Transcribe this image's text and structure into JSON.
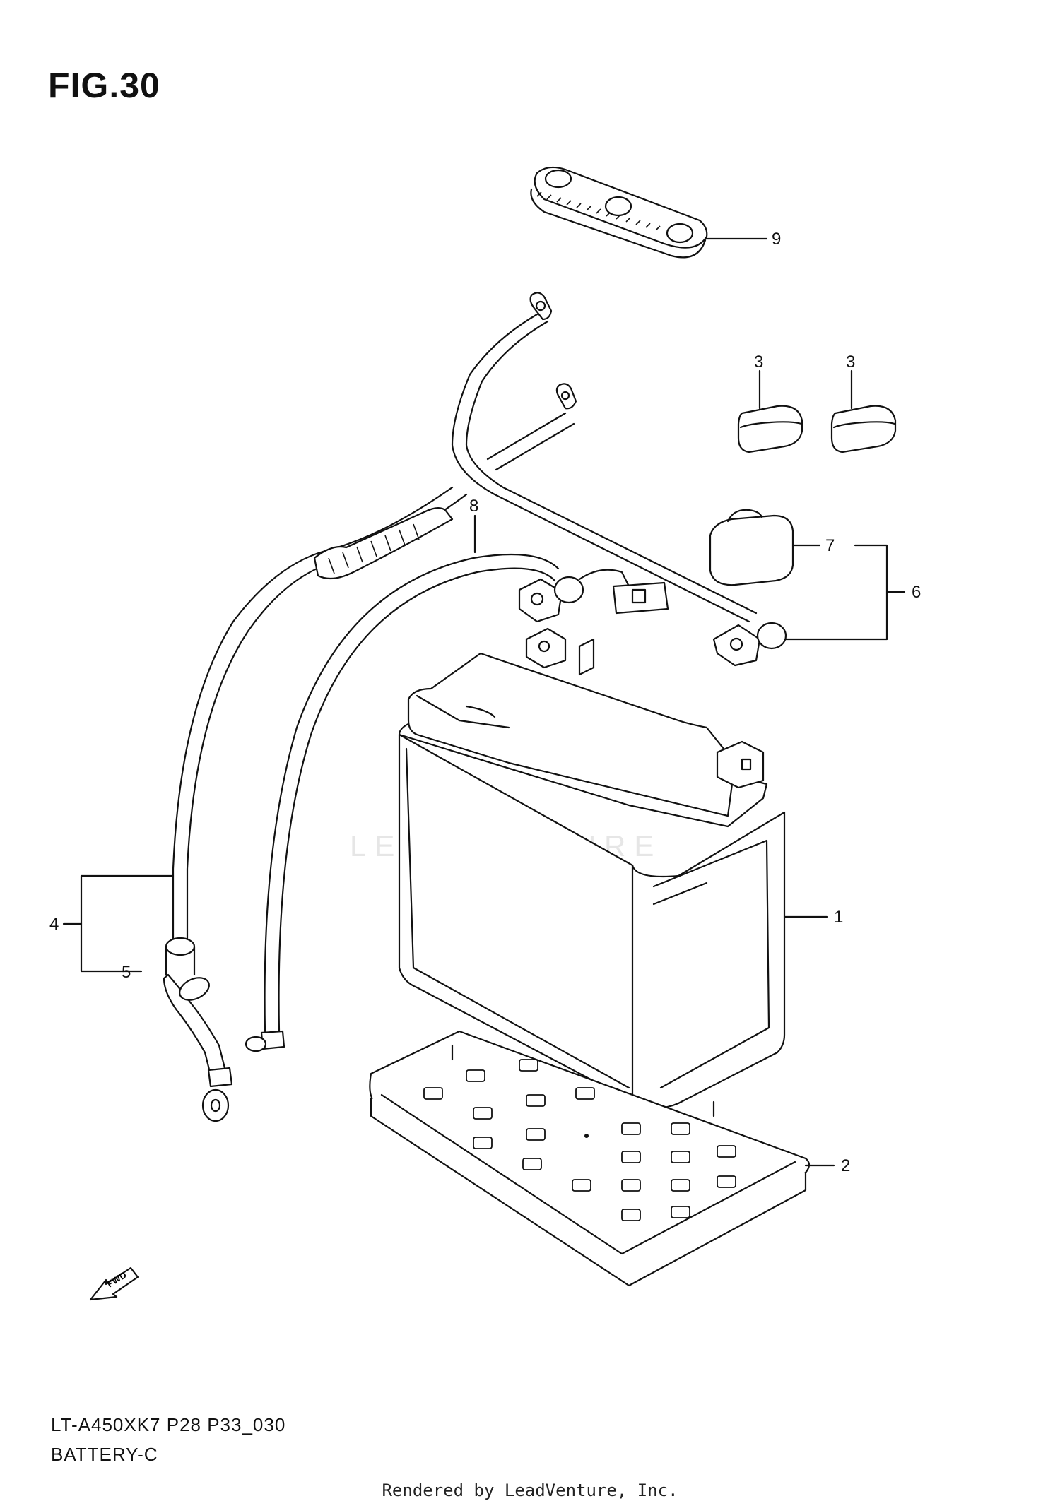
{
  "figure": {
    "title": "FIG.30"
  },
  "callouts": [
    {
      "id": "c1",
      "label": "1"
    },
    {
      "id": "c2",
      "label": "2"
    },
    {
      "id": "c3a",
      "label": "3"
    },
    {
      "id": "c3b",
      "label": "3"
    },
    {
      "id": "c4",
      "label": "4"
    },
    {
      "id": "c5",
      "label": "5"
    },
    {
      "id": "c6",
      "label": "6"
    },
    {
      "id": "c7",
      "label": "7"
    },
    {
      "id": "c8",
      "label": "8"
    },
    {
      "id": "c9",
      "label": "9"
    }
  ],
  "fwd_label": "FWD",
  "watermark": "LEADVENTURE",
  "model_code": "LT-A450XK7 P28 P33_030",
  "section_name": "BATTERY-C",
  "footer": "Rendered by LeadVenture, Inc."
}
